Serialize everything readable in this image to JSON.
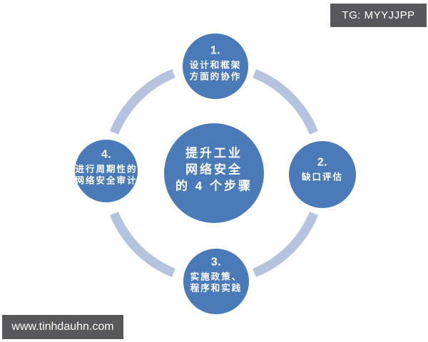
{
  "watermarks": {
    "tg": "TG: MYYJJPP",
    "site": "www.tinhdauhn.com"
  },
  "diagram": {
    "center": {
      "lines": [
        "提升工业",
        "网络安全",
        "的 4 个步骤"
      ]
    },
    "steps": [
      {
        "number": "1.",
        "lines": [
          "设计和框架",
          "方面的协作"
        ]
      },
      {
        "number": "2.",
        "lines": [
          "缺口评估"
        ]
      },
      {
        "number": "3.",
        "lines": [
          "实施政策、",
          "程序和实践"
        ]
      },
      {
        "number": "4.",
        "lines": [
          "进行周期性的",
          "网络安全审计"
        ]
      }
    ],
    "colors": {
      "circle_fill": "#4a7ab8",
      "ring": "#b5c3df",
      "text": "#ffffff",
      "badge_bg": "#58585a"
    }
  }
}
